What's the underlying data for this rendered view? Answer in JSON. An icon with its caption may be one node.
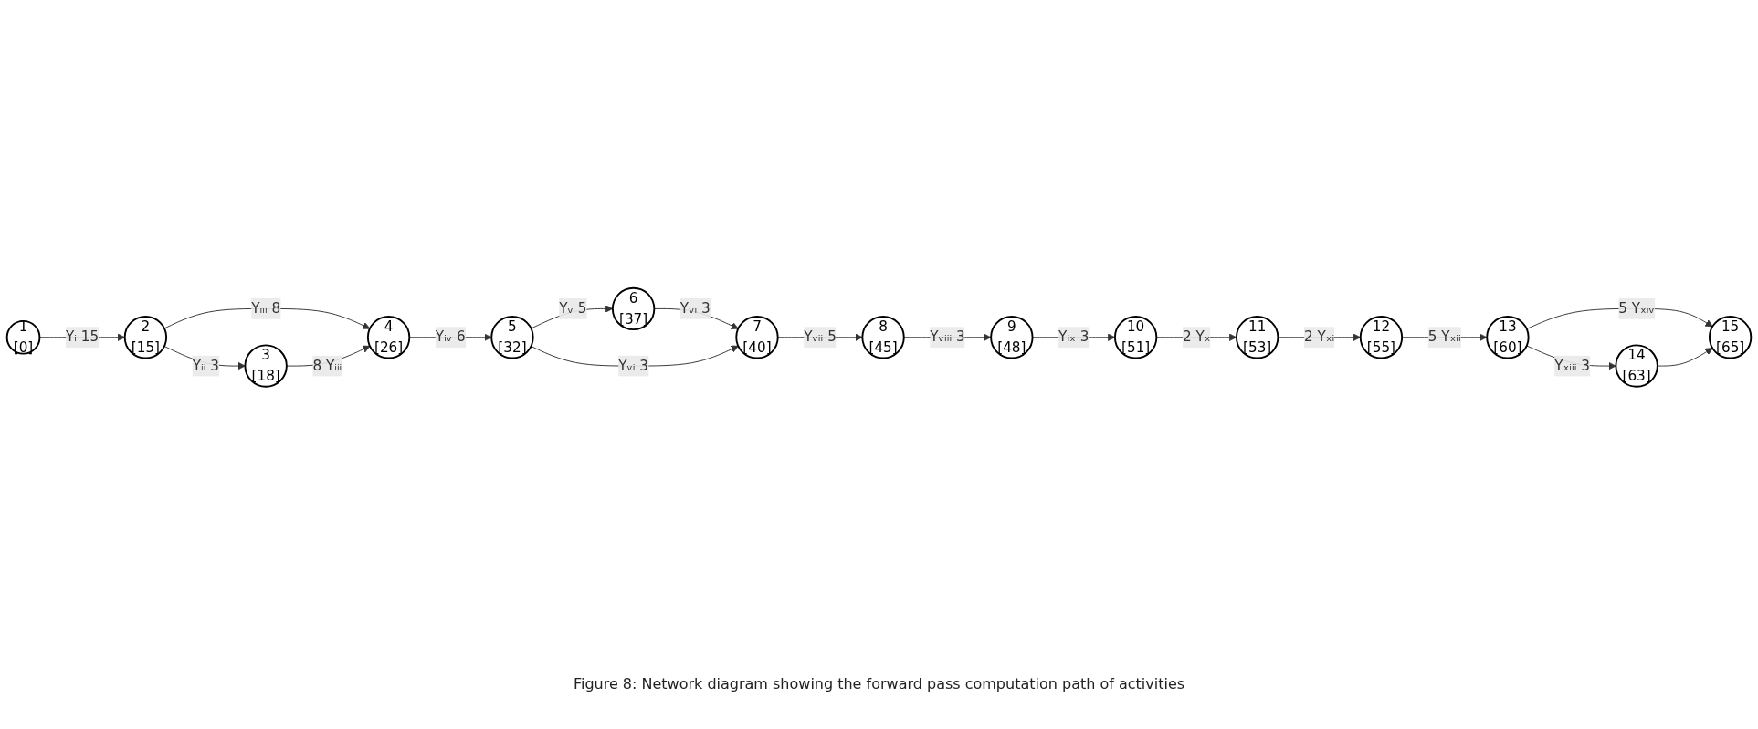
{
  "diagram": {
    "caption": "Figure 8: Network diagram showing the forward pass computation path of activities",
    "nodes": [
      {
        "text": [
          "1",
          "[0]"
        ]
      },
      {
        "text": [
          "2",
          "[15]"
        ]
      },
      {
        "text": [
          "3",
          "[18]"
        ]
      },
      {
        "text": [
          "4",
          "[26]"
        ]
      },
      {
        "text": [
          "5",
          "[32]"
        ]
      },
      {
        "text": [
          "6",
          "[37]"
        ]
      },
      {
        "text": [
          "7",
          "[40]"
        ]
      },
      {
        "text": [
          "8",
          "[45]"
        ]
      },
      {
        "text": [
          "9",
          "[48]"
        ]
      },
      {
        "text": [
          "10",
          "[51]"
        ]
      },
      {
        "text": [
          "11",
          "[53]"
        ]
      },
      {
        "text": [
          "12",
          "[55]"
        ]
      },
      {
        "text": [
          "13",
          "[60]"
        ]
      },
      {
        "text": [
          "14",
          "[63]"
        ]
      },
      {
        "text": [
          "15",
          "[65]"
        ]
      }
    ],
    "edges": [
      {
        "from": 0,
        "to": 1,
        "arrow": "to",
        "label": "Yᵢ 15"
      },
      {
        "from": 1,
        "to": 2,
        "arrow": "to",
        "label": "Yᵢᵢ 3"
      },
      {
        "from": 1,
        "to": 3,
        "arrow": "to",
        "label": "Yᵢᵢᵢ 8"
      },
      {
        "from": 2,
        "to": 3,
        "arrow": "to",
        "label": "8 Yᵢᵢᵢ"
      },
      {
        "from": 3,
        "to": 4,
        "arrow": "to",
        "label": "Yᵢᵥ 6"
      },
      {
        "from": 4,
        "to": 5,
        "arrow": "to",
        "label": "Yᵥ 5"
      },
      {
        "from": 5,
        "to": 6,
        "arrow": "to",
        "label": "Yᵥᵢ 3"
      },
      {
        "from": 4,
        "to": 6,
        "arrow": "to",
        "label": "Yᵥᵢ 3"
      },
      {
        "from": 6,
        "to": 7,
        "arrow": "to",
        "label": "Yᵥᵢᵢ 5"
      },
      {
        "from": 7,
        "to": 8,
        "arrow": "to",
        "label": "Yᵥᵢᵢᵢ 3"
      },
      {
        "from": 8,
        "to": 9,
        "arrow": "to",
        "label": "Yᵢₓ 3"
      },
      {
        "from": 9,
        "to": 10,
        "arrow": "to",
        "label": "2 Yₓ"
      },
      {
        "from": 10,
        "to": 11,
        "arrow": "to",
        "label": "2 Yₓᵢ"
      },
      {
        "from": 11,
        "to": 12,
        "arrow": "to",
        "label": "5 Yₓᵢᵢ"
      },
      {
        "from": 12,
        "to": 13,
        "arrow": "to",
        "label": "Yₓᵢᵢᵢ 3"
      },
      {
        "from": 12,
        "to": 14,
        "arrow": "to",
        "label": "5 Yₓᵢᵥ"
      },
      {
        "from": 13,
        "to": 14,
        "arrow": "to"
      }
    ]
  }
}
